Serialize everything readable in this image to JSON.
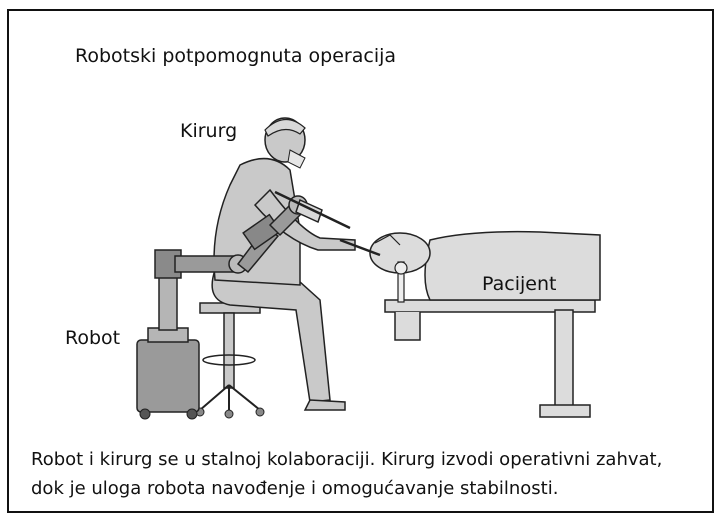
{
  "title": "Robotski potpomognuta operacija",
  "labels": {
    "surgeon": "Kirurg",
    "patient": "Pacijent",
    "robot": "Robot"
  },
  "caption": {
    "line1": "Robot i kirurg se u stalnoj kolaboraciji. Kirurg izvodi operativni zahvat,",
    "line2": "dok je uloga robota navođenje i omogućavanje stabilnosti."
  },
  "colors": {
    "figure_fill": "#c9c9c9",
    "robot_fill": "#9a9a9a",
    "patient_fill": "#dcdcdc",
    "outline": "#222222",
    "border": "#111111"
  }
}
